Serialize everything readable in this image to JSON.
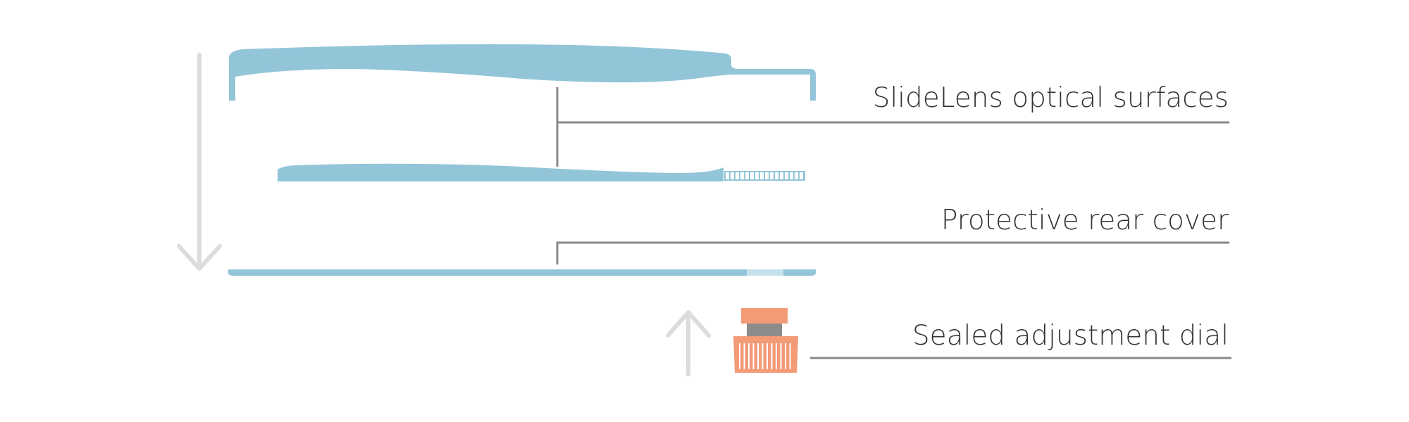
{
  "labels": {
    "optical_surfaces": "SlideLens optical surfaces",
    "rear_cover": "Protective rear cover",
    "adjustment_dial": "Sealed adjustment dial"
  },
  "colors": {
    "lens_blue": "#93c5d9",
    "cover_light_blue": "#c5e1ec",
    "arrow_gray": "#dcdcdc",
    "leader_gray": "#888888",
    "dial_orange": "#f39a77",
    "dial_core_gray": "#8c8c8c",
    "text": "#333333",
    "background": "#ffffff"
  },
  "icons": {
    "down_arrow": "down-arrow-icon",
    "up_arrow": "up-arrow-icon"
  }
}
